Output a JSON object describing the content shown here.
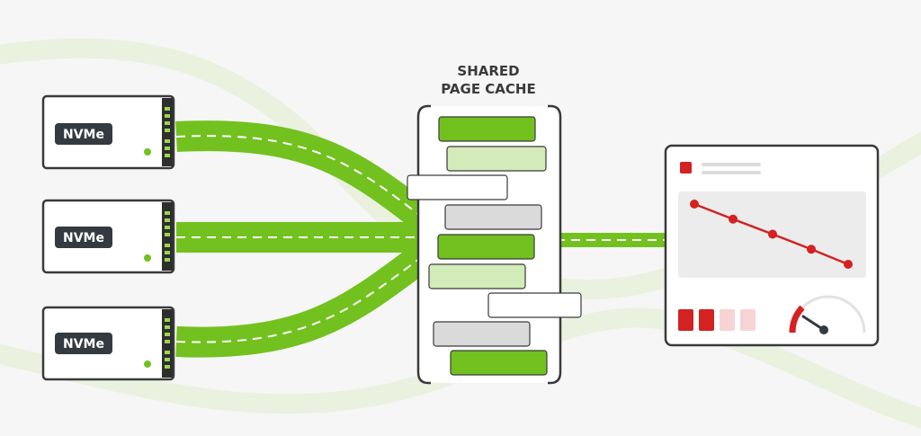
{
  "cache": {
    "title_line1": "SHARED",
    "title_line2": "PAGE CACHE",
    "block_colors": {
      "hot": "#72c11f",
      "warm": "#d3ebb8",
      "evicted": "#ffffff",
      "cold": "#dadada"
    },
    "blocks": [
      {
        "state": "hot"
      },
      {
        "state": "warm"
      },
      {
        "state": "evicted"
      },
      {
        "state": "cold"
      },
      {
        "state": "hot"
      },
      {
        "state": "warm"
      },
      {
        "state": "evicted"
      },
      {
        "state": "cold"
      },
      {
        "state": "hot"
      }
    ]
  },
  "drives": [
    {
      "label": "NVMe",
      "name": "nvme-drive-1"
    },
    {
      "label": "NVMe",
      "name": "nvme-drive-2"
    },
    {
      "label": "NVMe",
      "name": "nvme-drive-3"
    }
  ],
  "dashboard": {
    "indicator_color": "#d42121",
    "trend_color": "#d42121",
    "trend": [
      5,
      4,
      3,
      2,
      1
    ],
    "status_tiles": [
      "#d42121",
      "#d42121",
      "#f7d4d4",
      "#f7d4d4"
    ],
    "gauge_icon": "speedometer-icon"
  },
  "colors": {
    "accent": "#72c11f",
    "outline": "#3a3a3a",
    "background_wave": "#e9f1de"
  }
}
